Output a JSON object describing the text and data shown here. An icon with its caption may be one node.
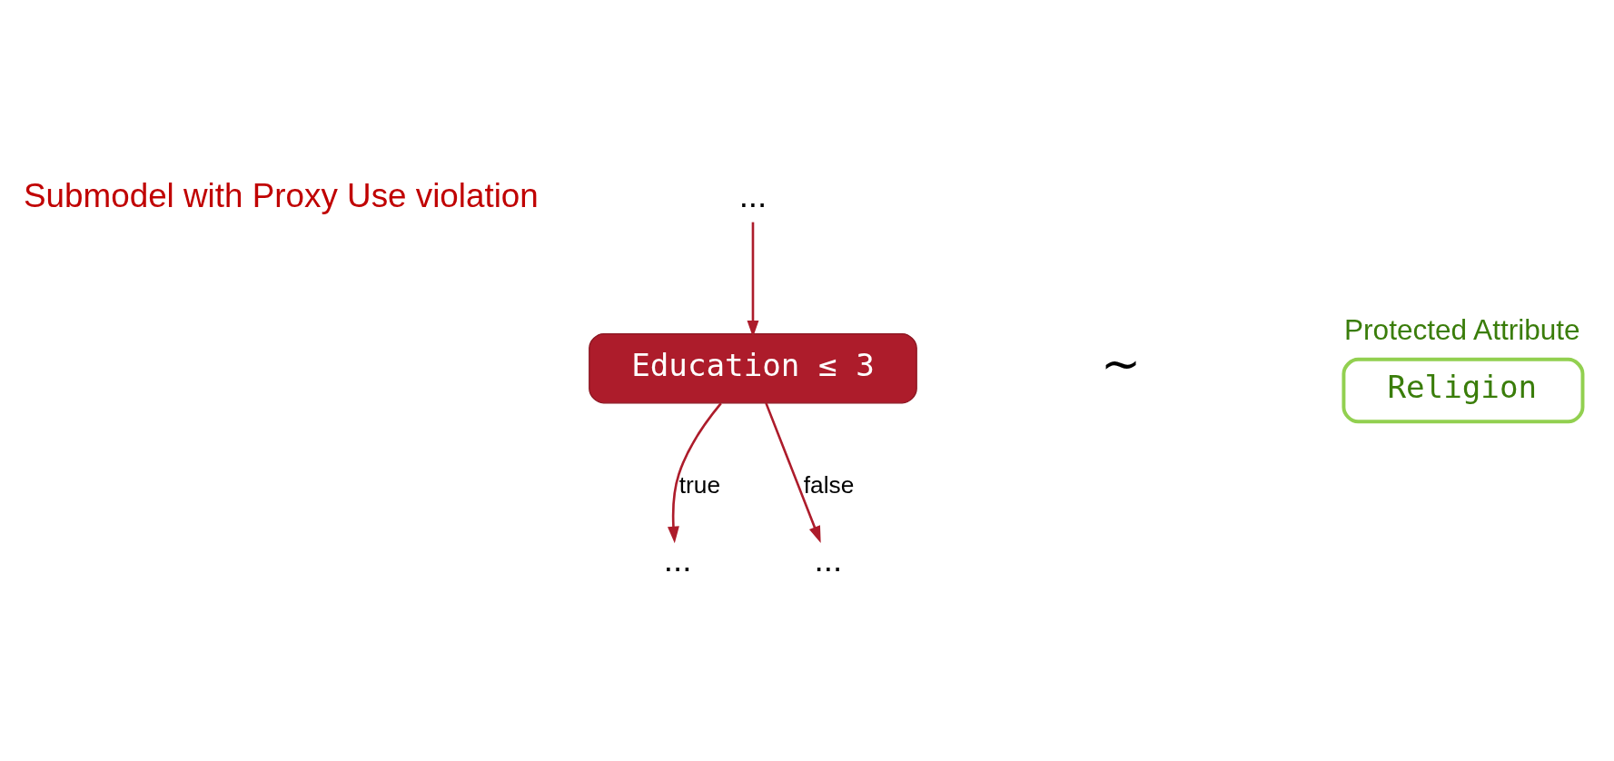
{
  "diagram": {
    "nodes": [
      {
        "text": [
          "..."
        ]
      },
      {
        "text": [
          "Education ≤ 3"
        ]
      },
      {
        "text": [
          "..."
        ]
      },
      {
        "text": [
          "..."
        ]
      },
      {
        "text": [
          "Protected Attribute",
          "Religion"
        ]
      }
    ],
    "edges": [
      {
        "from": 0,
        "to": 1,
        "arrow": "to"
      },
      {
        "from": 1,
        "to": 2,
        "arrow": "to",
        "label": "true"
      },
      {
        "from": 1,
        "to": 3,
        "arrow": "to",
        "label": "false"
      }
    ],
    "labels": [
      "Submodel with Proxy Use violation",
      "~"
    ]
  }
}
